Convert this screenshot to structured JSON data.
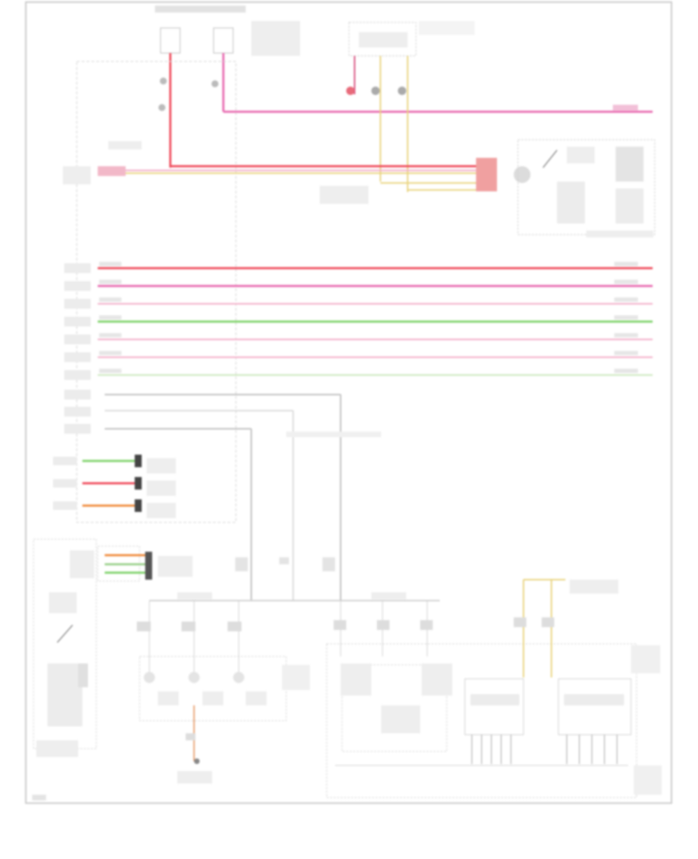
{
  "colors": {
    "red": "#ef4a5a",
    "pink": "#e86ab0",
    "lightpink": "#f2a8c4",
    "green": "#7fd36a",
    "lightgreen": "#c8e6b8",
    "yellow": "#e8d27a",
    "orange": "#f08a3a",
    "gray": "#9a9a9a",
    "frame": "#c8c8c8"
  },
  "bus_wires": [
    {
      "color": "red"
    },
    {
      "color": "pink"
    },
    {
      "color": "lightpink"
    },
    {
      "color": "green"
    },
    {
      "color": "lightpink"
    },
    {
      "color": "lightpink"
    },
    {
      "color": "lightgreen"
    }
  ],
  "left_stubs": [
    {
      "color": "gray"
    },
    {
      "color": "gray"
    },
    {
      "color": "gray"
    }
  ],
  "side_connectors": [
    {
      "color": "green"
    },
    {
      "color": "red"
    },
    {
      "color": "orange"
    }
  ]
}
